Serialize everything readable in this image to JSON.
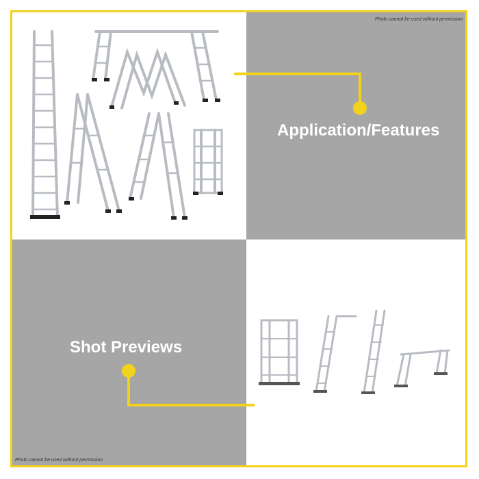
{
  "watermark_top": "Photo cannot be used without permission",
  "watermark_bottom": "Photo cannot be used without permission",
  "labels": {
    "application": "Application/Features",
    "previews": "Shot Previews"
  },
  "colors": {
    "accent": "#f2d21a",
    "panel_gray": "#a6a6a6",
    "label_text": "#ffffff",
    "ladder_metal": "#c9cdd2"
  },
  "images": {
    "main": "multi-position-ladder-configurations",
    "previews": [
      "folded-ladder",
      "a-frame-ladder",
      "extension-ladder",
      "scaffold-ladder"
    ]
  }
}
